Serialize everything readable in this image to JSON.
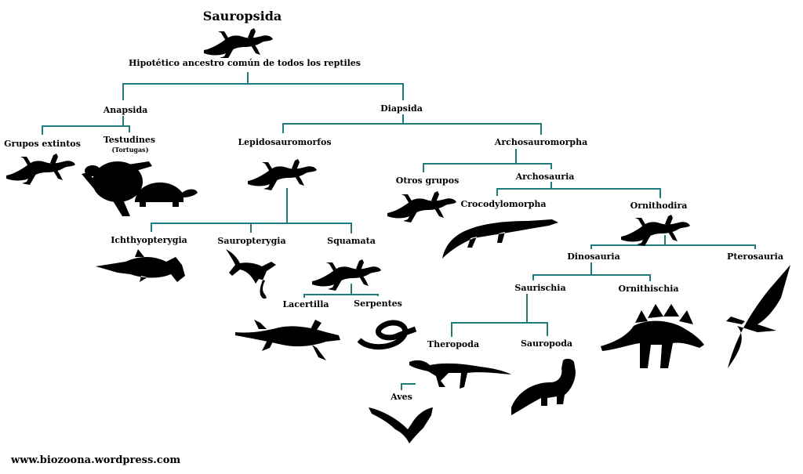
{
  "title": "Sauropsida",
  "subtitle": "Hipotético ancestro común de todos los reptiles",
  "line_color": "#1f7a7a",
  "nodes": {
    "anapsida": "Anapsida",
    "diapsida": "Diapsida",
    "grupos_extintos": "Grupos extintos",
    "testudines": "Testudines",
    "tortugas": "(Tortugas)",
    "lepidosauromorfos": "Lepidosauromorfos",
    "archosauromorpha": "Archosauromorpha",
    "otros_grupos": "Otros grupos",
    "archosauria": "Archosauria",
    "crocodylomorpha": "Crocodylomorpha",
    "ornithodira": "Ornithodira",
    "ichthyopterygia": "Ichthyopterygia",
    "sauropterygia": "Sauropterygia",
    "squamata": "Squamata",
    "lacertilla": "Lacertilla",
    "serpentes": "Serpentes",
    "dinosauria": "Dinosauria",
    "pterosauria": "Pterosauria",
    "saurischia": "Saurischia",
    "ornithischia": "Ornithischia",
    "theropoda": "Theropoda",
    "sauropoda": "Sauropoda",
    "aves": "Aves"
  },
  "footer": "www.biozoona.wordpress.com"
}
